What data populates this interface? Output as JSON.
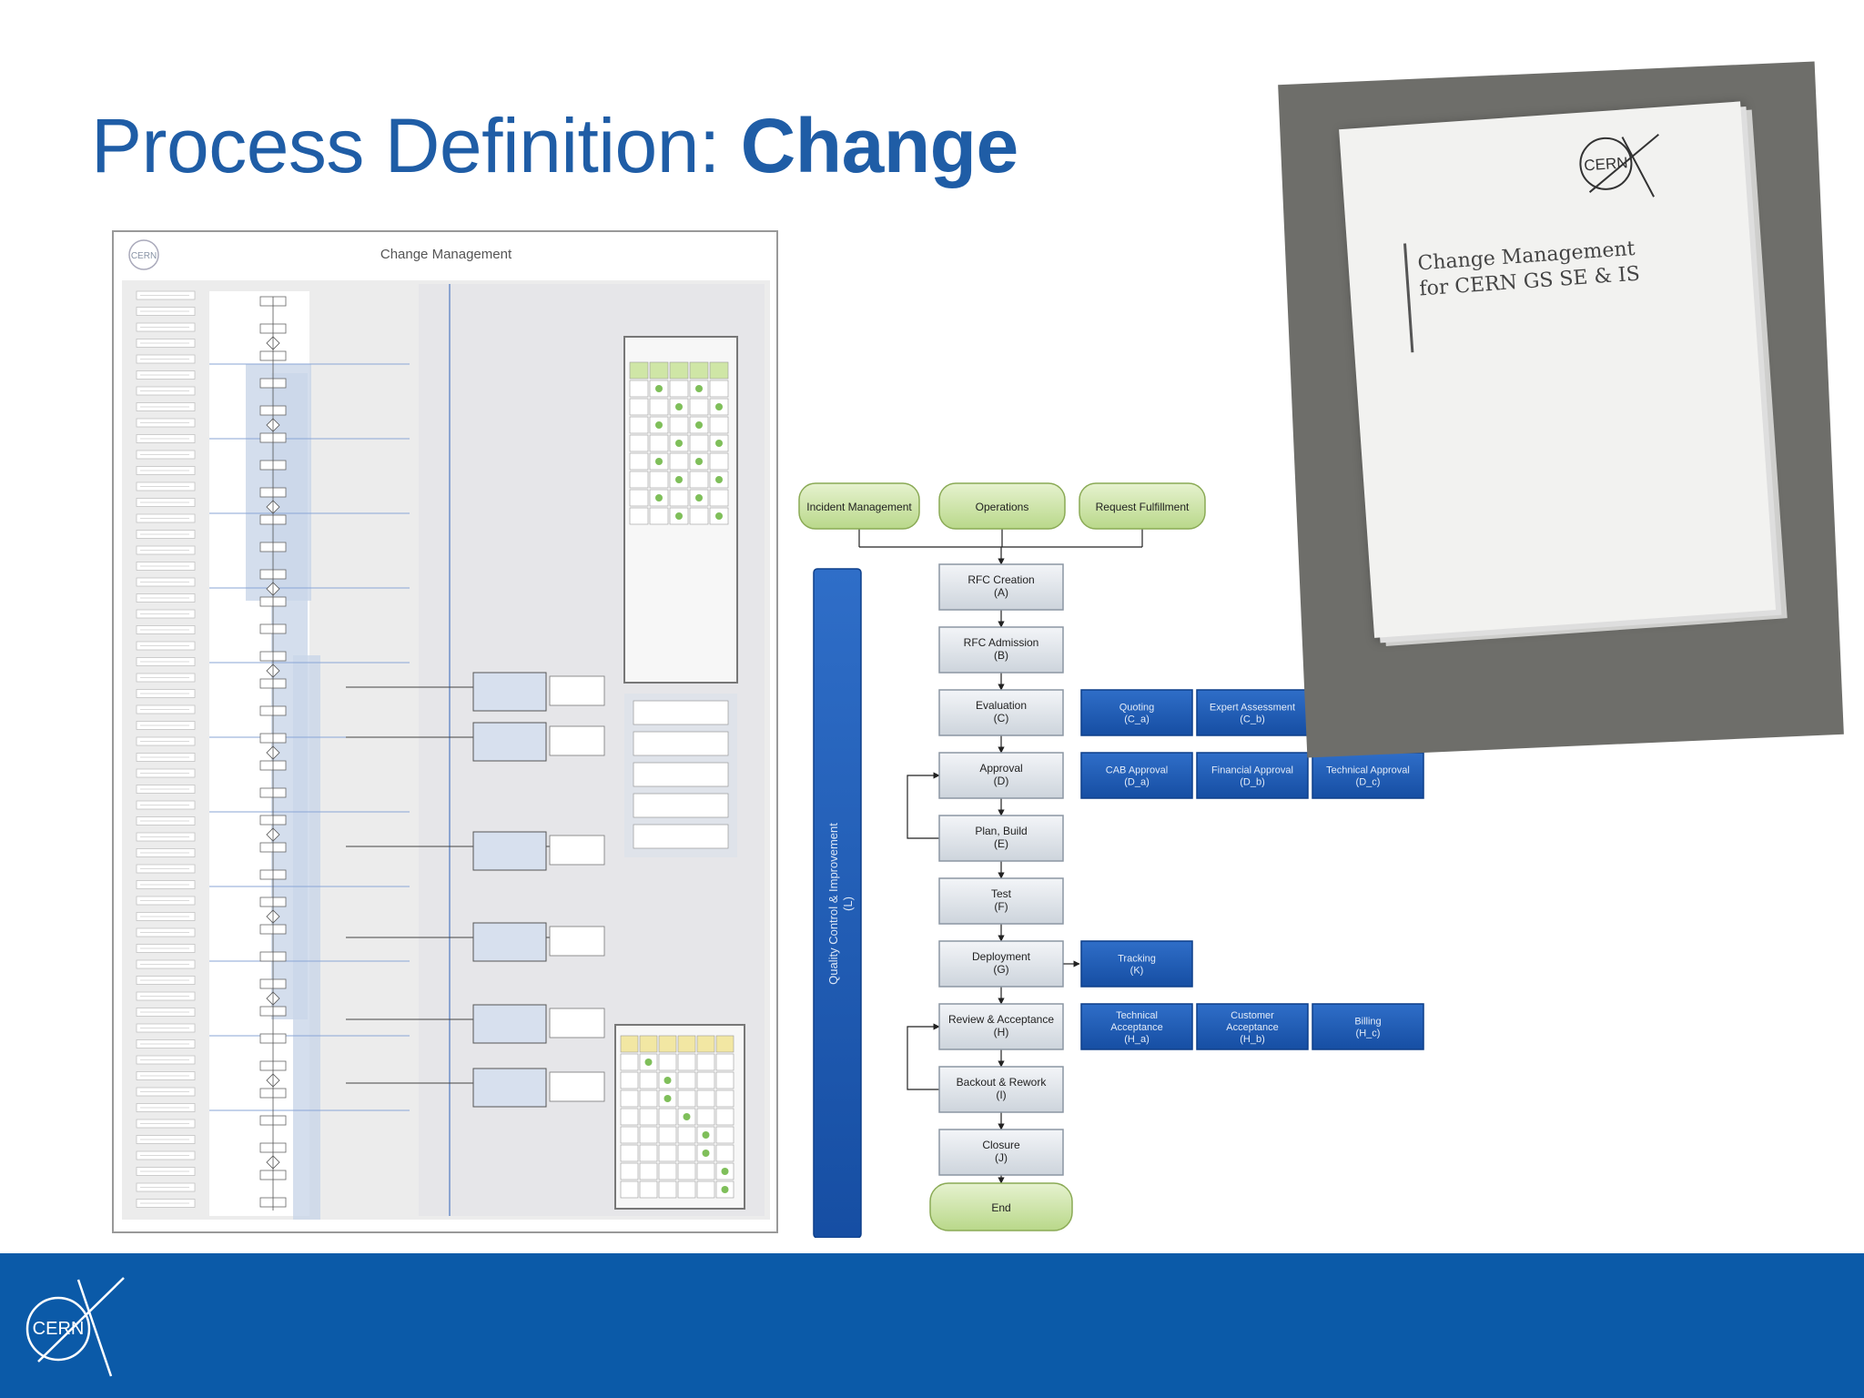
{
  "slide": {
    "title_prefix": "Process Definition: ",
    "title_bold": "Change"
  },
  "doc_image": {
    "heading": "Change Management",
    "logo_text": "CERN"
  },
  "flow": {
    "inputs": [
      "Incident Management",
      "Operations",
      "Request Fulfillment"
    ],
    "side_bar_label": "Quality Control & Improvement\n(L)",
    "steps": [
      {
        "label": "RFC Creation",
        "code": "(A)"
      },
      {
        "label": "RFC Admission",
        "code": "(B)"
      },
      {
        "label": "Evaluation",
        "code": "(C)"
      },
      {
        "label": "Approval",
        "code": "(D)"
      },
      {
        "label": "Plan, Build",
        "code": "(E)"
      },
      {
        "label": "Test",
        "code": "(F)"
      },
      {
        "label": "Deployment",
        "code": "(G)"
      },
      {
        "label": "Review & Acceptance",
        "code": "(H)"
      },
      {
        "label": "Backout & Rework",
        "code": "(I)"
      },
      {
        "label": "Closure",
        "code": "(J)"
      }
    ],
    "end_label": "End",
    "subprocesses": {
      "evaluation": [
        {
          "label": "Quoting",
          "code": "(C_a)"
        },
        {
          "label": "Expert Assessment",
          "code": "(C_b)"
        }
      ],
      "approval": [
        {
          "label": "CAB Approval",
          "code": "(D_a)"
        },
        {
          "label": "Financial Approval",
          "code": "(D_b)"
        },
        {
          "label": "Technical Approval",
          "code": "(D_c)"
        }
      ],
      "deployment": [
        {
          "label": "Tracking",
          "code": "(K)"
        }
      ],
      "review": [
        {
          "label": "Technical\nAcceptance",
          "code": "(H_a)"
        },
        {
          "label": "Customer\nAcceptance",
          "code": "(H_b)"
        },
        {
          "label": "Billing",
          "code": "(H_c)"
        }
      ]
    }
  },
  "photo": {
    "cover_title": "Change Management\nfor CERN GS SE & IS",
    "logo_text": "CERN"
  },
  "footer": {
    "logo_text": "CERN"
  },
  "colors": {
    "title_blue": "#1f5da6",
    "footer_blue": "#0b5aa8",
    "step_fill": "#dde3ea",
    "sub_fill": "#1d57b8",
    "green_fill": "#cfe6a6"
  }
}
